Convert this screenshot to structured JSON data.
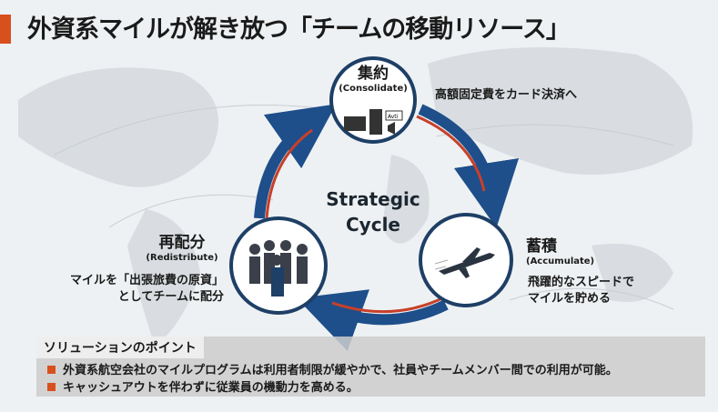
{
  "title": "外資系マイルが解き放つ「チームの移動リソース」",
  "center": {
    "line1": "Strategic",
    "line2": "Cycle"
  },
  "nodes": {
    "consolidate": {
      "jp": "集約",
      "en": "(Consolidate)",
      "desc": "高額固定費をカード決済へ",
      "icon_text": "Avti"
    },
    "accumulate": {
      "jp": "蓄積",
      "en": "(Accumulate)",
      "desc1": "飛躍的なスピードで",
      "desc2": "マイルを貯める"
    },
    "redistribute": {
      "jp": "再配分",
      "en": "(Redistribute)",
      "desc1": "マイルを「出張旅費の原資」",
      "desc2": "としてチームに配分"
    }
  },
  "solution": {
    "heading": "ソリューションのポイント",
    "points": [
      "外資系航空会社のマイルプログラムは利用者制限が緩やかで、社員やチームメンバー間での利用が可能。",
      "キャッシュアウトを伴わずに従業員の機動力を高める。"
    ]
  },
  "colors": {
    "accent": "#d9501f",
    "blue": "#1e4f8a",
    "red": "#c8402a"
  }
}
